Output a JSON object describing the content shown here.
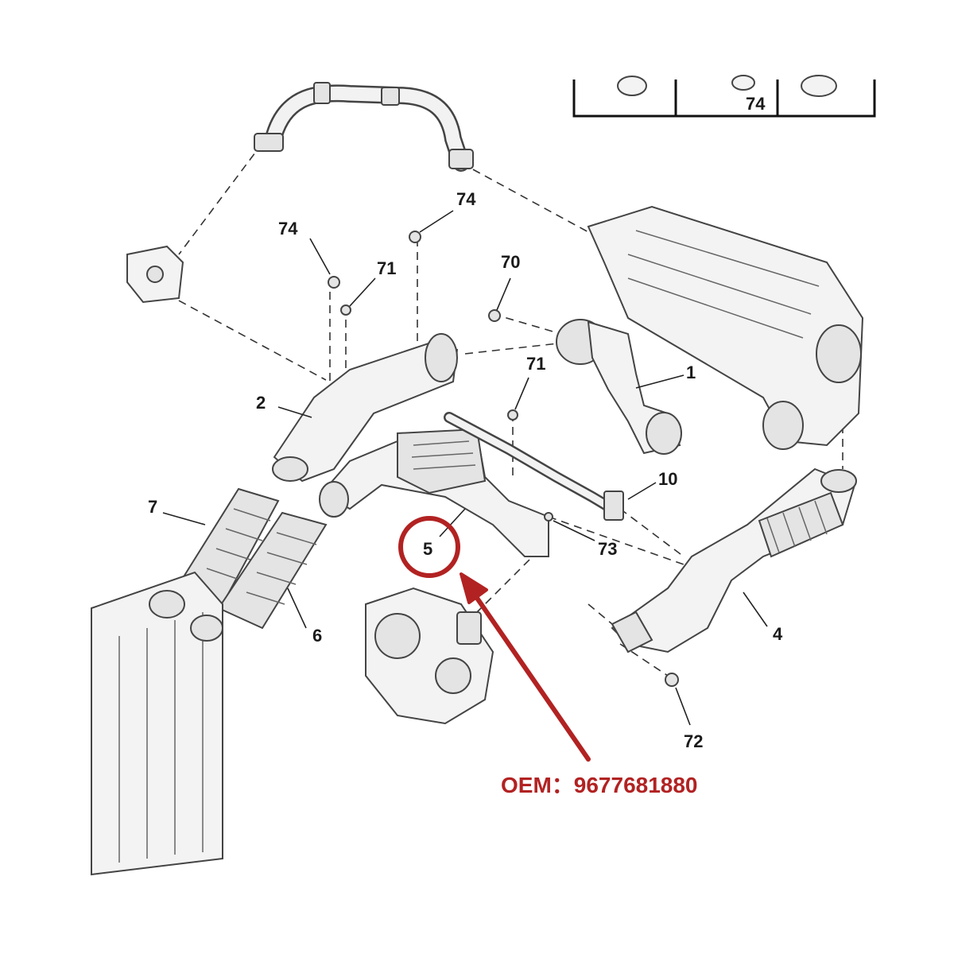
{
  "inset": {
    "label": "74"
  },
  "callouts": [
    {
      "id": "1",
      "text": "1"
    },
    {
      "id": "2",
      "text": "2"
    },
    {
      "id": "4",
      "text": "4"
    },
    {
      "id": "5",
      "text": "5"
    },
    {
      "id": "6",
      "text": "6"
    },
    {
      "id": "7",
      "text": "7"
    },
    {
      "id": "10",
      "text": "10"
    },
    {
      "id": "70",
      "text": "70"
    },
    {
      "id": "71a",
      "text": "71"
    },
    {
      "id": "71b",
      "text": "71"
    },
    {
      "id": "72",
      "text": "72"
    },
    {
      "id": "73",
      "text": "73"
    },
    {
      "id": "74a",
      "text": "74"
    },
    {
      "id": "74b",
      "text": "74"
    }
  ],
  "oem": {
    "text": "OEM：9677681880"
  },
  "colors": {
    "highlight": "#b22222",
    "line": "#333333"
  }
}
